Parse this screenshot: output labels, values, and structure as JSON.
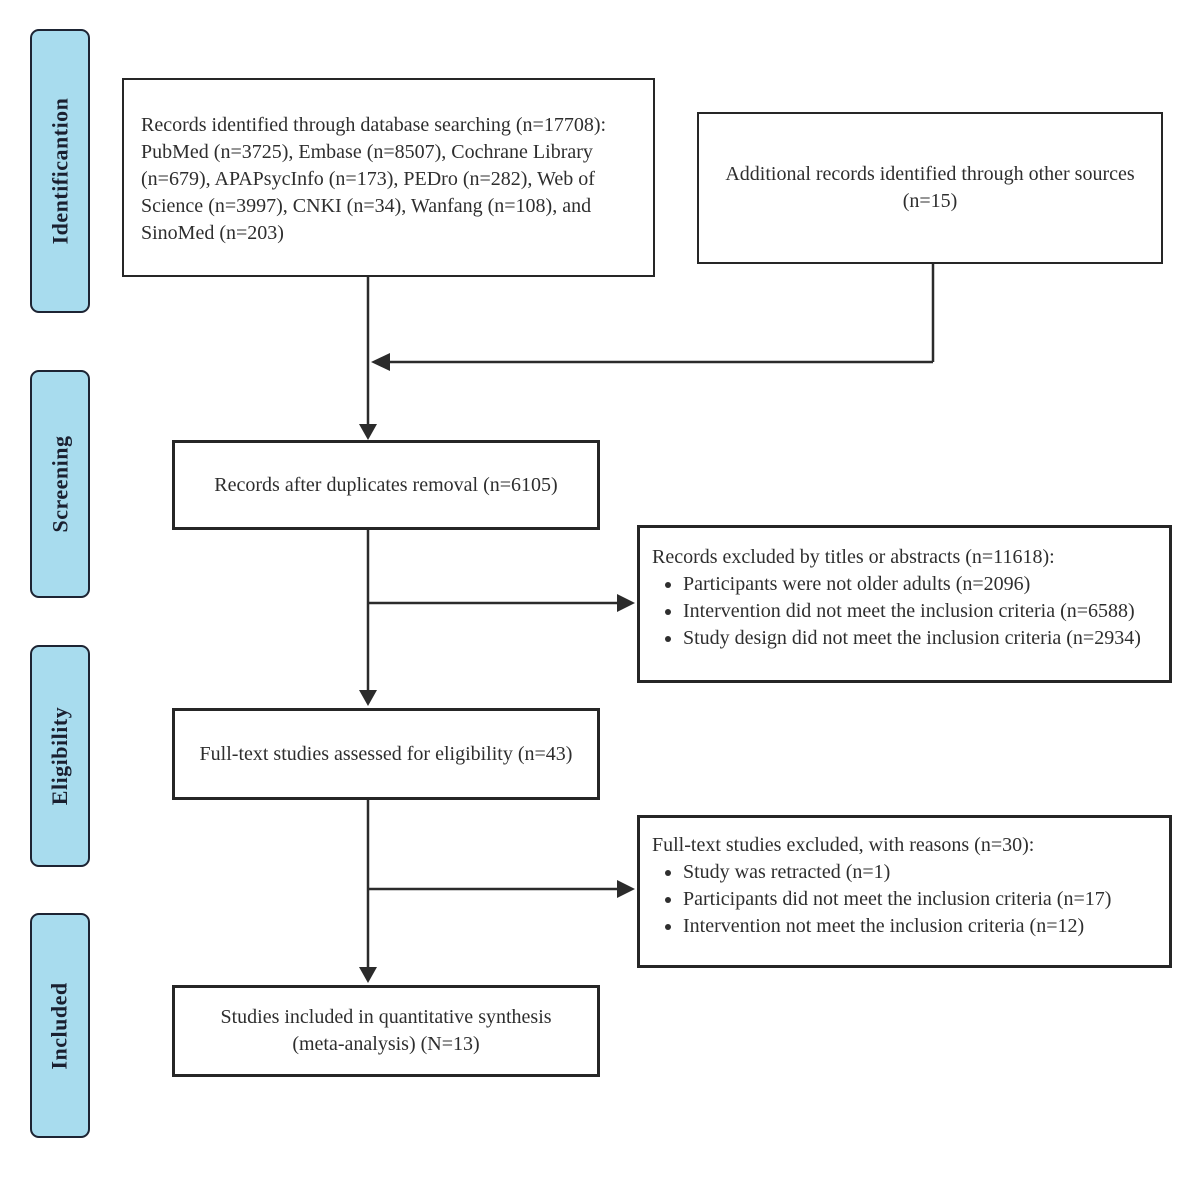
{
  "stages": {
    "identification": "Identificantion",
    "screening": "Screening",
    "eligibility": "Eligibility",
    "included": "Included"
  },
  "boxes": {
    "records_identified": {
      "text": "Records identified through database searching (n=17708):\nPubMed (n=3725), Embase (n=8507), Cochrane Library\n(n=679), APAPsycInfo (n=173),  PEDro (n=282), Web of\nScience (n=3997), CNKI (n=34), Wanfang (n=108), and\nSinoMed (n=203)"
    },
    "additional_records": {
      "text": "Additional records identified through other sources\n(n=15)"
    },
    "after_duplicates": {
      "text": "Records after duplicates removal (n=6105)"
    },
    "records_excluded": {
      "title": "Records excluded by titles or abstracts (n=11618):",
      "bullets": [
        "Participants were not older adults (n=2096)",
        "Intervention did not  meet the inclusion criteria (n=6588)",
        "Study design did not meet the inclusion criteria (n=2934)"
      ]
    },
    "fulltext_assessed": {
      "text": "Full-text studies assessed for eligibility (n=43)"
    },
    "fulltext_excluded": {
      "title": "Full-text studies excluded, with reasons (n=30):",
      "bullets": [
        "Study was retracted (n=1)",
        "Participants did not meet the inclusion criteria (n=17)",
        "Intervention not meet the inclusion criteria (n=12)"
      ]
    },
    "included_synthesis": {
      "text": "Studies included in quantitative synthesis\n(meta-analysis) (N=13)"
    }
  },
  "palette": {
    "stage_fill": "#a8dcee",
    "stage_border": "#1d2433",
    "stage_text": "#1a2030",
    "box_border": "#262626",
    "arrow_line": "#2b2b2b",
    "text": "#2e2e2e",
    "background": "#ffffff"
  }
}
